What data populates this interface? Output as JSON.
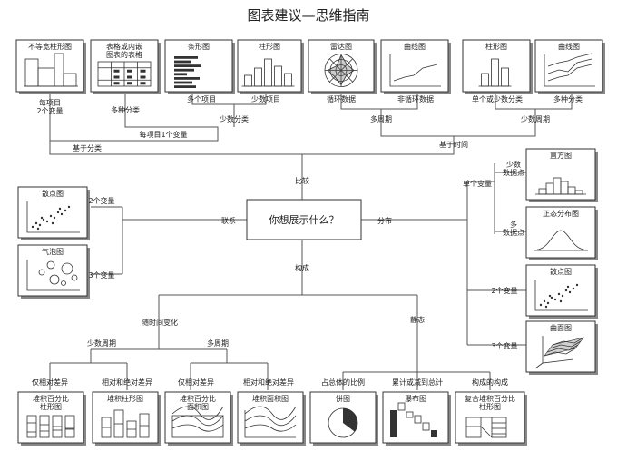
{
  "title": "图表建议—思维指南",
  "center": "你想展示什么？",
  "branches": {
    "compare": "比较",
    "distribution": "分布",
    "relation": "联系",
    "composition": "构成"
  },
  "labels": {
    "per_item_2var": "每项目\n2个变量",
    "multi_category": "多种分类",
    "multi_items": "多个项目",
    "few_items": "少数项目",
    "few_categories": "少数分类",
    "per_item_1var": "每项目1个变量",
    "cyclic": "循环数据",
    "non_cyclic": "非循环数据",
    "single_or_few": "单个或少数分类",
    "multi_category_r": "多种分类",
    "many_periods": "多周期",
    "few_periods": "少数周期",
    "over_time": "基于时间",
    "by_category": "基于分类",
    "two_var_rel": "2个变量",
    "three_var_rel": "3个变量",
    "single_var": "单个变量",
    "few_points": "少数\n数据点",
    "many_points": "多\n数据点",
    "two_var_dist": "2个变量",
    "three_var_dist": "3个变量",
    "change_over_time": "随时间变化",
    "static": "静态",
    "few_periods_c": "少数周期",
    "many_periods_c": "多周期",
    "relative_only": "仅相对差异",
    "relative_absolute": "相对和绝对差异",
    "relative_only_2": "仅相对差异",
    "relative_absolute_2": "相对和绝对差异",
    "share_of_total": "占总体的比例",
    "accum_subtract": "累计或减到总计",
    "components": "构成的构成"
  },
  "boxes": {
    "variable_width_column": "不等宽柱形图",
    "table_with_charts": "表格或内嵌\n图表的表格",
    "bar_chart": "条形图",
    "column_chart": "柱形图",
    "radar_chart": "雷达图",
    "line_chart": "曲线图",
    "column_chart_2": "柱形图",
    "line_chart_2": "曲线图",
    "scatter_plot": "散点图",
    "bubble_chart": "气泡图",
    "histogram": "直方图",
    "normal_distribution": "正态分布图",
    "scatter_plot_2": "散点图",
    "surface_chart": "曲面图",
    "stacked_100_column": "堆积百分比\n柱形图",
    "stacked_column": "堆积柱形图",
    "stacked_100_area": "堆积百分比\n面积图",
    "stacked_area": "堆积面积图",
    "pie_chart": "饼图",
    "waterfall_chart": "瀑布图",
    "stacked_100_column_sub": "复合堆积百分比\n柱形图"
  }
}
